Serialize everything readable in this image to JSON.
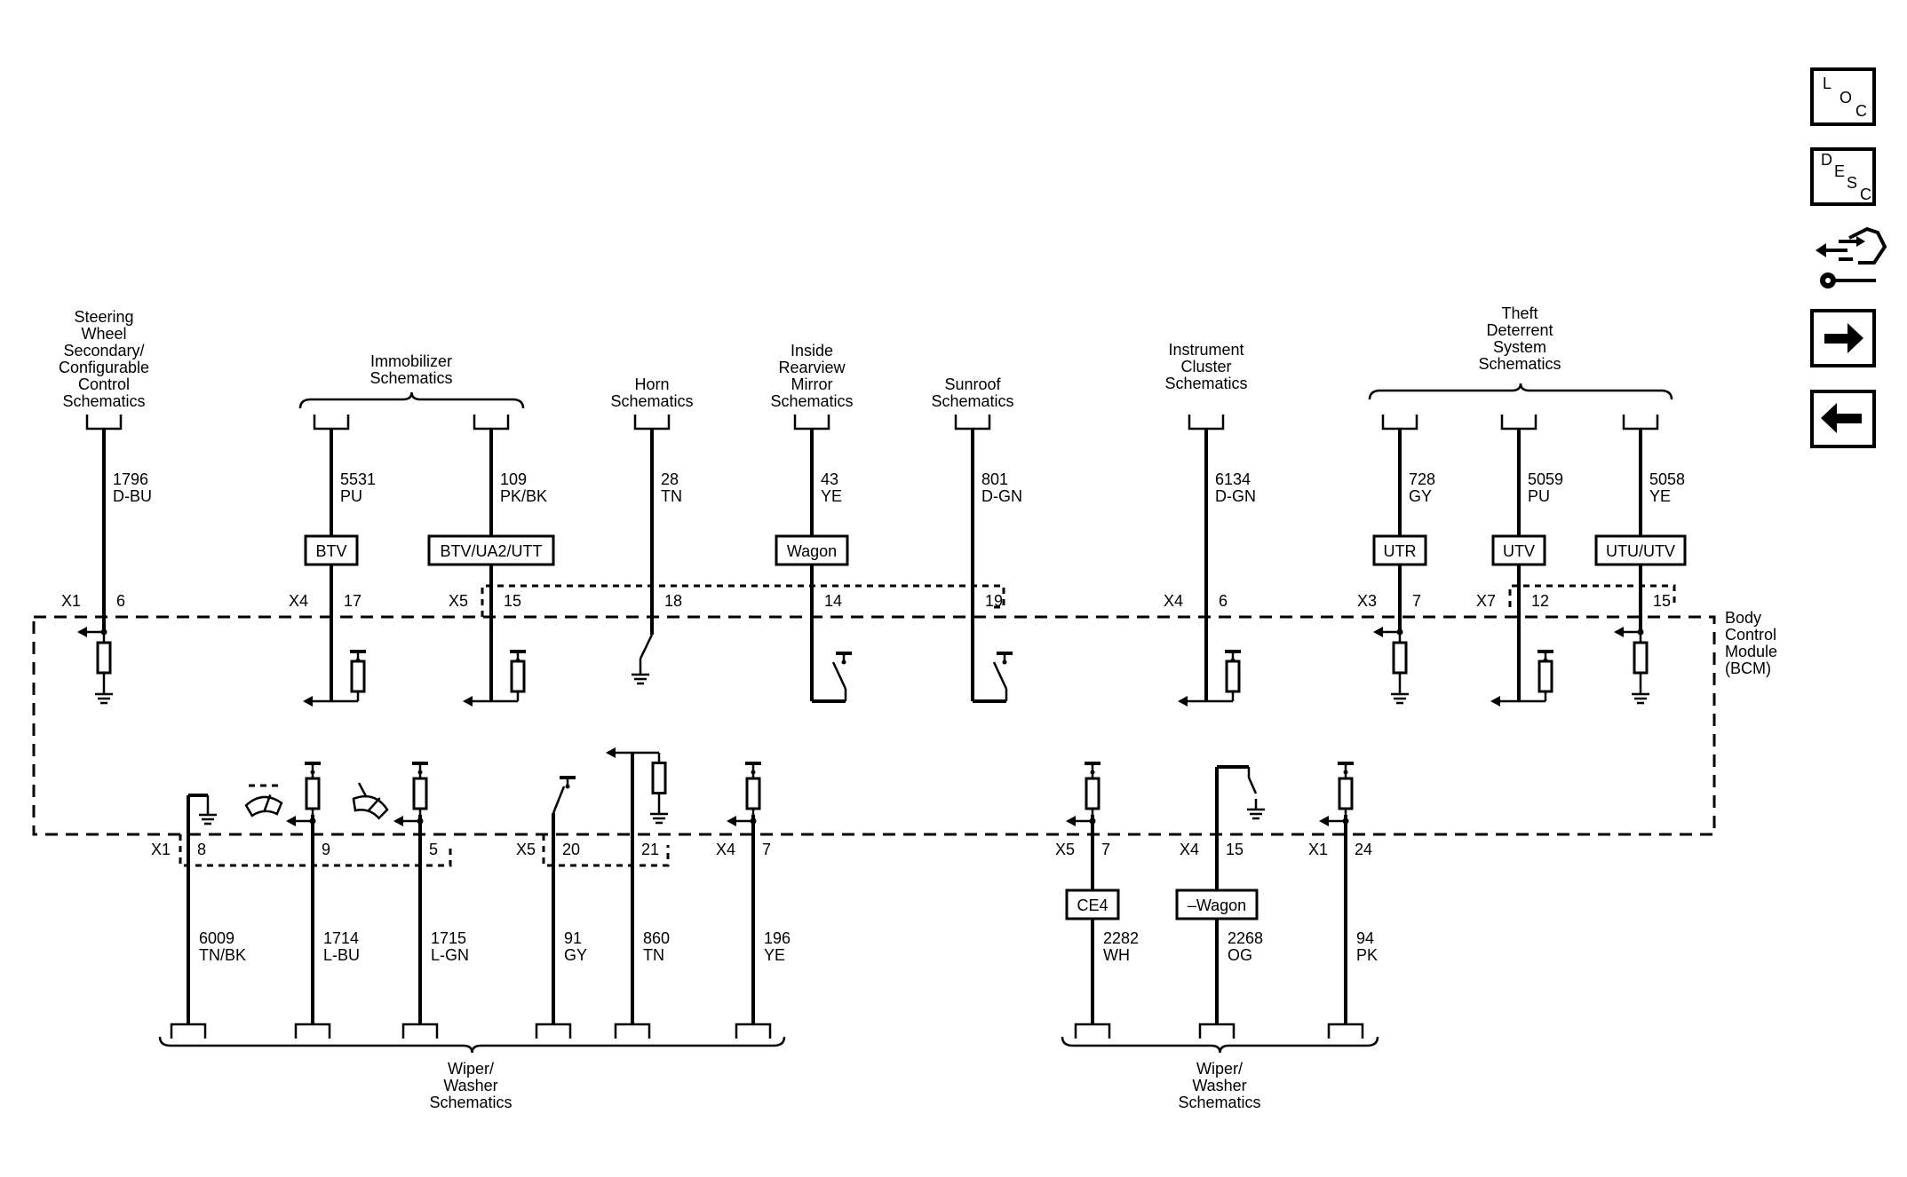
{
  "module": {
    "label": [
      "Body",
      "Control",
      "Module",
      "(BCM)"
    ]
  },
  "nav": {
    "loc": [
      "L",
      "O",
      "C"
    ],
    "desc": [
      "D",
      "E",
      "S",
      "C"
    ]
  },
  "top_circuits": [
    {
      "id": "steering",
      "dest": [
        "Steering",
        "Wheel",
        "Secondary/",
        "Configurable",
        "Control",
        "Schematics"
      ],
      "wire": "1796",
      "color": "D-BU",
      "connector": "X1",
      "pin": "6"
    },
    {
      "id": "immob-1",
      "wire": "5531",
      "color": "PU",
      "option": "BTV",
      "connector": "X4",
      "pin": "17"
    },
    {
      "id": "immob-2",
      "wire": "109",
      "color": "PK/BK",
      "option": "BTV/UA2/UTT",
      "connector": "X5",
      "pin": "15"
    },
    {
      "id": "horn",
      "dest": [
        "Horn",
        "Schematics"
      ],
      "wire": "28",
      "color": "TN",
      "pin": "18"
    },
    {
      "id": "mirror",
      "dest": [
        "Inside",
        "Rearview",
        "Mirror",
        "Schematics"
      ],
      "wire": "43",
      "color": "YE",
      "option": "Wagon",
      "pin": "14"
    },
    {
      "id": "sunroof",
      "dest": [
        "Sunroof",
        "Schematics"
      ],
      "wire": "801",
      "color": "D-GN",
      "pin": "19"
    },
    {
      "id": "cluster",
      "dest": [
        "Instrument",
        "Cluster",
        "Schematics"
      ],
      "wire": "6134",
      "color": "D-GN",
      "connector": "X4",
      "pin": "6"
    },
    {
      "id": "theft-1",
      "wire": "728",
      "color": "GY",
      "option": "UTR",
      "connector": "X3",
      "pin": "7"
    },
    {
      "id": "theft-2",
      "wire": "5059",
      "color": "PU",
      "option": "UTV",
      "connector": "X7",
      "pin": "12"
    },
    {
      "id": "theft-3",
      "wire": "5058",
      "color": "YE",
      "option": "UTU/UTV",
      "pin": "15"
    }
  ],
  "immobilizer_dest": [
    "Immobilizer",
    "Schematics"
  ],
  "theft_dest": [
    "Theft",
    "Deterrent",
    "System",
    "Schematics"
  ],
  "bottom_circuits": [
    {
      "id": "w-6009",
      "wire": "6009",
      "color": "TN/BK",
      "connector": "X1",
      "pin": "8"
    },
    {
      "id": "w-1714",
      "wire": "1714",
      "color": "L-BU",
      "pin": "9"
    },
    {
      "id": "w-1715",
      "wire": "1715",
      "color": "L-GN",
      "pin": "5"
    },
    {
      "id": "w-91",
      "wire": "91",
      "color": "GY",
      "connector": "X5",
      "pin": "20"
    },
    {
      "id": "w-860",
      "wire": "860",
      "color": "TN",
      "pin": "21"
    },
    {
      "id": "w-196",
      "wire": "196",
      "color": "YE",
      "connector": "X4",
      "pin": "7"
    },
    {
      "id": "w-2282",
      "wire": "2282",
      "color": "WH",
      "option": "CE4",
      "connector": "X5",
      "pin": "7"
    },
    {
      "id": "w-2268",
      "wire": "2268",
      "color": "OG",
      "option": "–Wagon",
      "connector": "X4",
      "pin": "15"
    },
    {
      "id": "w-94",
      "wire": "94",
      "color": "PK",
      "connector": "X1",
      "pin": "24"
    }
  ],
  "wiper_left_dest": [
    "Wiper/",
    "Washer",
    "Schematics"
  ],
  "wiper_right_dest": [
    "Wiper/",
    "Washer",
    "Schematics"
  ]
}
